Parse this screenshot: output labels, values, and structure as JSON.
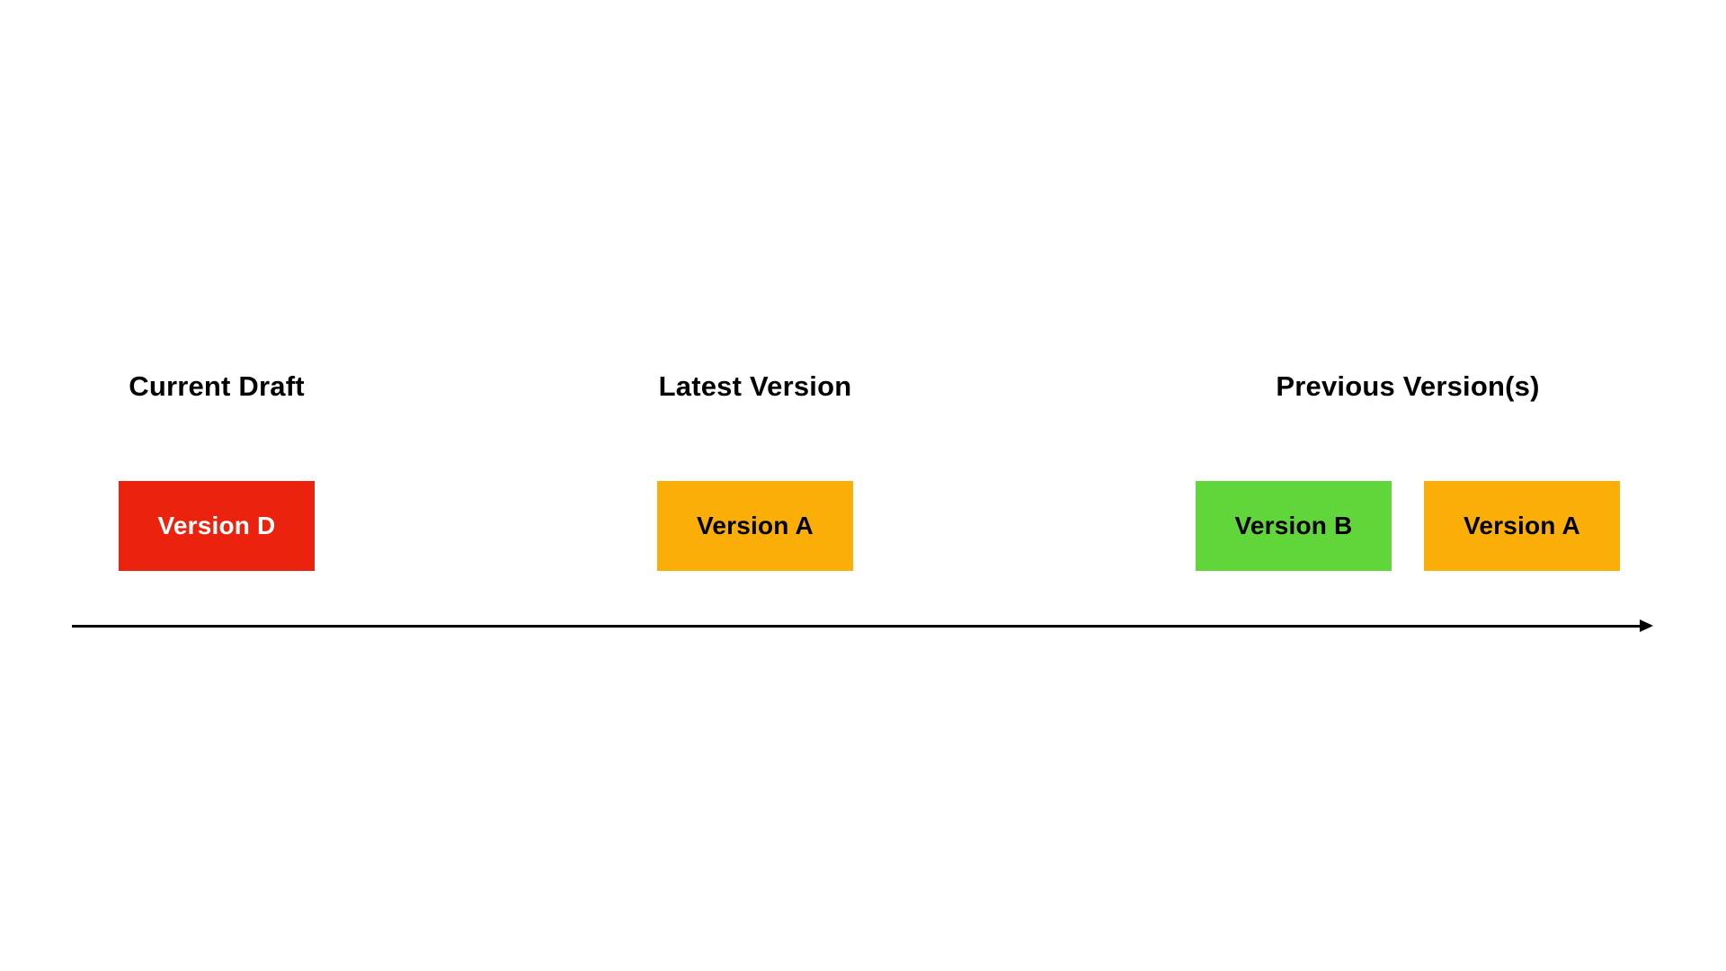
{
  "page": {
    "background": "#FFFFFF"
  },
  "diagram": {
    "groups": [
      {
        "title": "Current Draft",
        "boxes": [
          {
            "label": "Version D",
            "color": "#EB230E",
            "text_color": "#FFFFFF"
          }
        ]
      },
      {
        "title": "Latest Version",
        "boxes": [
          {
            "label": "Version A",
            "color": "#FBAE08",
            "text_color": "#000000"
          }
        ]
      },
      {
        "title": "Previous Version(s)",
        "boxes": [
          {
            "label": "Version B",
            "color": "#61D63A",
            "text_color": "#000000"
          },
          {
            "label": "Version A",
            "color": "#FBAE08",
            "text_color": "#000000"
          }
        ]
      }
    ],
    "timeline": {
      "color": "#000000"
    }
  }
}
